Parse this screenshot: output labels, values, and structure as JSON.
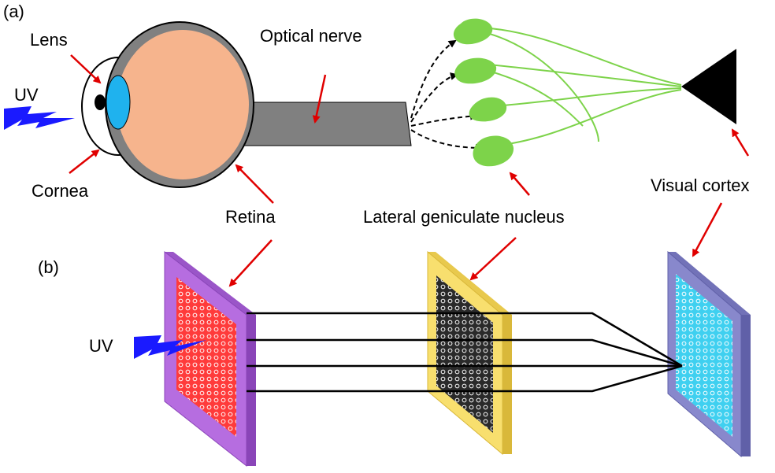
{
  "panels": {
    "a": "(a)",
    "b": "(b)"
  },
  "labels": {
    "lens": "Lens",
    "uv_top": "UV",
    "cornea": "Cornea",
    "optical_nerve": "Optical nerve",
    "retina": "Retina",
    "lgn": "Lateral geniculate nucleus",
    "visual_cortex": "Visual cortex",
    "uv_bottom": "UV"
  },
  "colors": {
    "eyeball_fill": "#f6b48d",
    "sclera": "#808080",
    "lens": "#1fb2ee",
    "uv": "#1a1aff",
    "neuron": "#7dd34a",
    "annotation_arrow": "#e00000",
    "retina_plate": "#b66de0",
    "retina_grid": "#ff3b3b",
    "lgn_plate": "#f8df6e",
    "lgn_grid": "#2a2a2a",
    "cortex_plate": "#8888cc",
    "cortex_grid": "#3fd0f0"
  }
}
